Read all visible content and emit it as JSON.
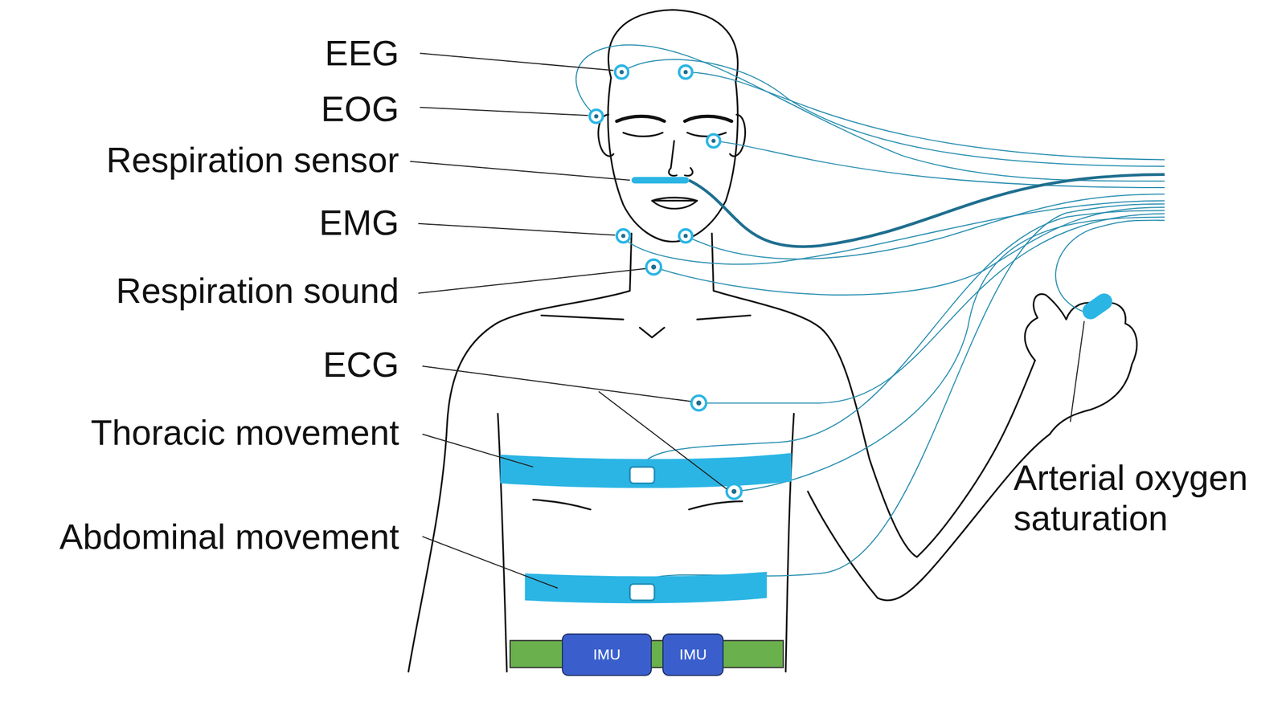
{
  "diagram": {
    "nodes": [
      {
        "text": [
          "IMU"
        ]
      },
      {
        "text": [
          "IMU"
        ]
      }
    ],
    "labels": [
      "EEG",
      "EOG",
      "Respiration sensor",
      "EMG",
      "Respiration sound",
      "ECG",
      "Thoracic movement",
      "Abdominal movement",
      "Arterial oxygen saturation"
    ]
  }
}
